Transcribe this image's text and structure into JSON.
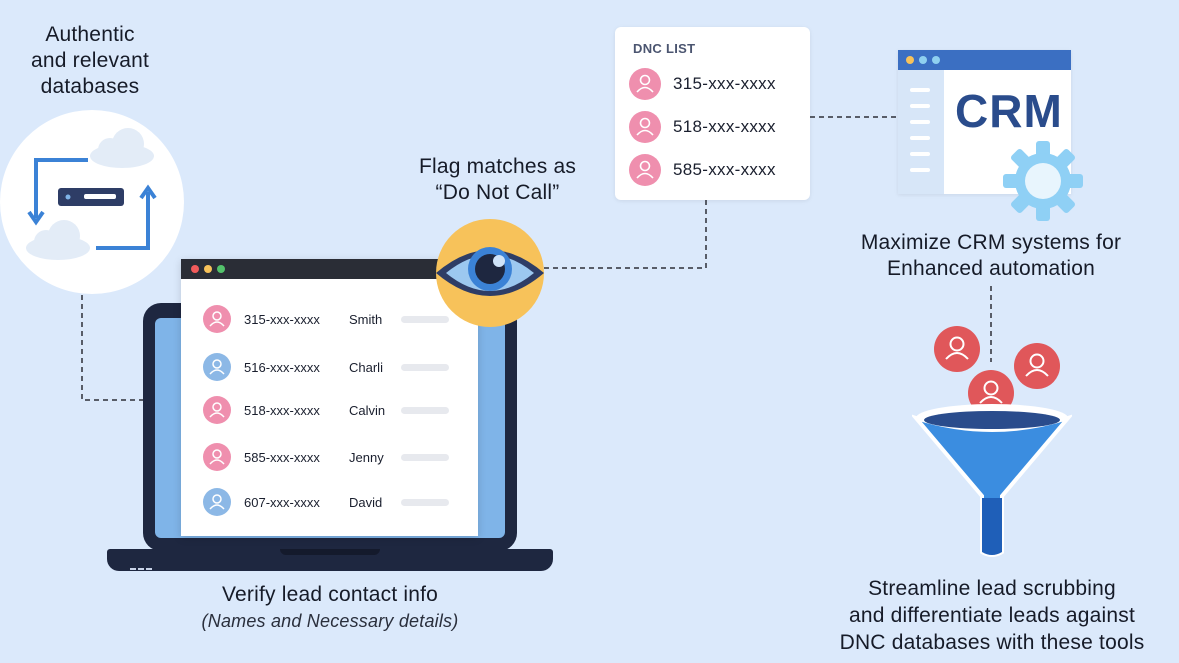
{
  "databases": {
    "heading_lines": [
      "Authentic",
      "and relevant",
      "databases"
    ]
  },
  "laptop": {
    "heading": "Verify lead contact info",
    "subheading": "(Names and Necessary details)",
    "leads": [
      {
        "phone": "315-xxx-xxxx",
        "name": "Smith",
        "avatar": "pink"
      },
      {
        "phone": "516-xxx-xxxx",
        "name": "Charli",
        "avatar": "blue"
      },
      {
        "phone": "518-xxx-xxxx",
        "name": "Calvin",
        "avatar": "pink"
      },
      {
        "phone": "585-xxx-xxxx",
        "name": "Jenny",
        "avatar": "pink"
      },
      {
        "phone": "607-xxx-xxxx",
        "name": "David",
        "avatar": "blue"
      }
    ]
  },
  "eye": {
    "heading_lines": [
      "Flag matches as",
      "“Do Not Call”"
    ]
  },
  "dnc_list": {
    "title": "DNC LIST",
    "numbers": [
      "315-xxx-xxxx",
      "518-xxx-xxxx",
      "585-xxx-xxxx"
    ]
  },
  "crm": {
    "logo_text": "CRM",
    "heading_lines": [
      "Maximize CRM systems for",
      "Enhanced automation"
    ]
  },
  "funnel": {
    "heading_lines": [
      "Streamline lead scrubbing",
      "and differentiate leads against",
      "DNC databases with these tools"
    ]
  },
  "colors": {
    "background": "#dbe9fb",
    "avatar_pink": "#ef8fae",
    "avatar_blue": "#8cb8e6",
    "eye_yellow": "#f7c25a",
    "crm_blue": "#2a4c8c",
    "person_red": "#e0575a"
  }
}
